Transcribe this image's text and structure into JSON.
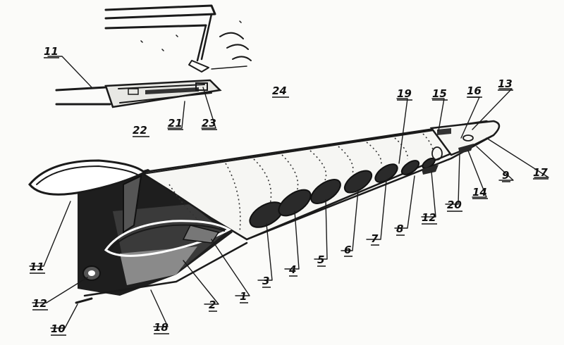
{
  "callouts": [
    {
      "id": "11a",
      "text": "11"
    },
    {
      "id": "24",
      "text": "24"
    },
    {
      "id": "22",
      "text": "22"
    },
    {
      "id": "21",
      "text": "21"
    },
    {
      "id": "23",
      "text": "23"
    },
    {
      "id": "19",
      "text": "19"
    },
    {
      "id": "15",
      "text": "15"
    },
    {
      "id": "16",
      "text": "16"
    },
    {
      "id": "13",
      "text": "13"
    },
    {
      "id": "17",
      "text": "17"
    },
    {
      "id": "9",
      "text": "9"
    },
    {
      "id": "14",
      "text": "14"
    },
    {
      "id": "20",
      "text": "20"
    },
    {
      "id": "12b",
      "text": "12"
    },
    {
      "id": "8",
      "text": "8"
    },
    {
      "id": "7",
      "text": "7"
    },
    {
      "id": "6",
      "text": "6"
    },
    {
      "id": "5",
      "text": "5"
    },
    {
      "id": "4",
      "text": "4"
    },
    {
      "id": "3",
      "text": "3"
    },
    {
      "id": "1",
      "text": "1"
    },
    {
      "id": "2",
      "text": "2"
    },
    {
      "id": "18",
      "text": "18"
    },
    {
      "id": "10",
      "text": "10"
    },
    {
      "id": "12a",
      "text": "12"
    },
    {
      "id": "11b",
      "text": "11"
    }
  ]
}
